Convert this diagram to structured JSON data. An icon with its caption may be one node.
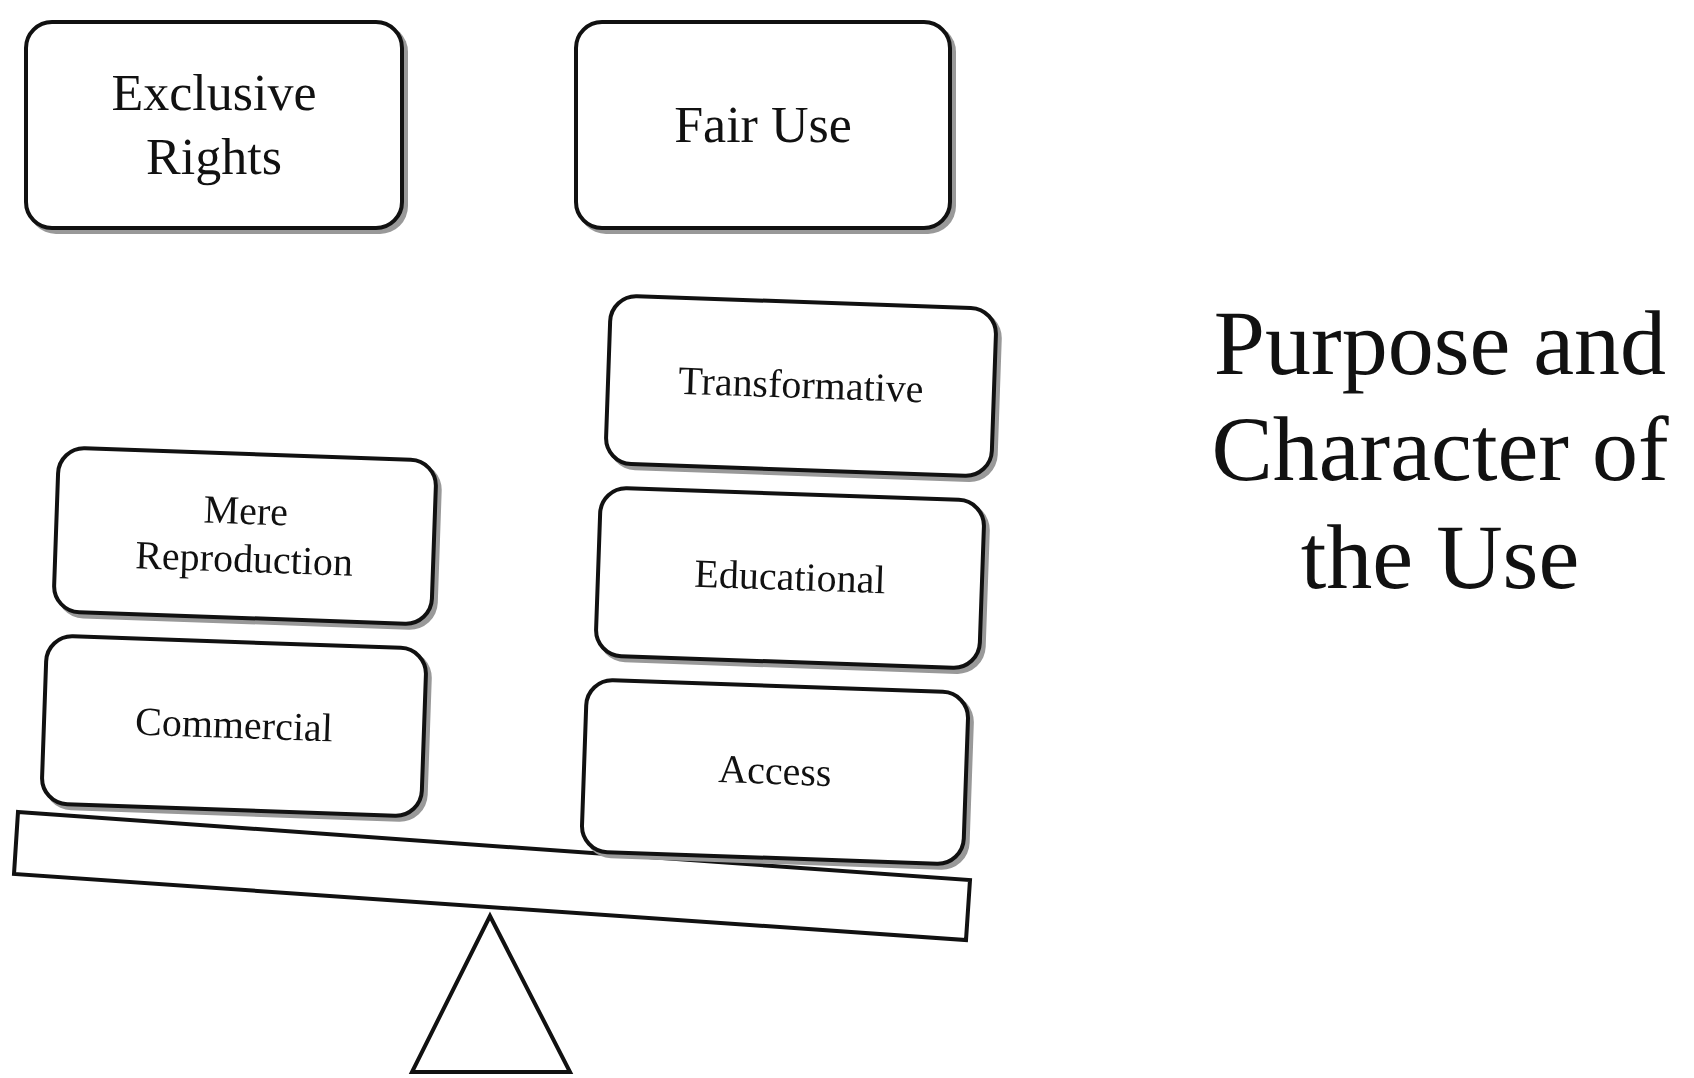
{
  "diagram": {
    "title": "Purpose and Character of the Use",
    "nodes": [
      {
        "text": [
          "Exclusive Rights"
        ]
      },
      {
        "text": [
          "Fair Use"
        ]
      },
      {
        "text": [
          "Mere Reproduction"
        ]
      },
      {
        "text": [
          "Commercial"
        ]
      },
      {
        "text": [
          "Transformative"
        ]
      },
      {
        "text": [
          "Educational"
        ]
      },
      {
        "text": [
          "Access"
        ]
      }
    ],
    "edges": []
  }
}
